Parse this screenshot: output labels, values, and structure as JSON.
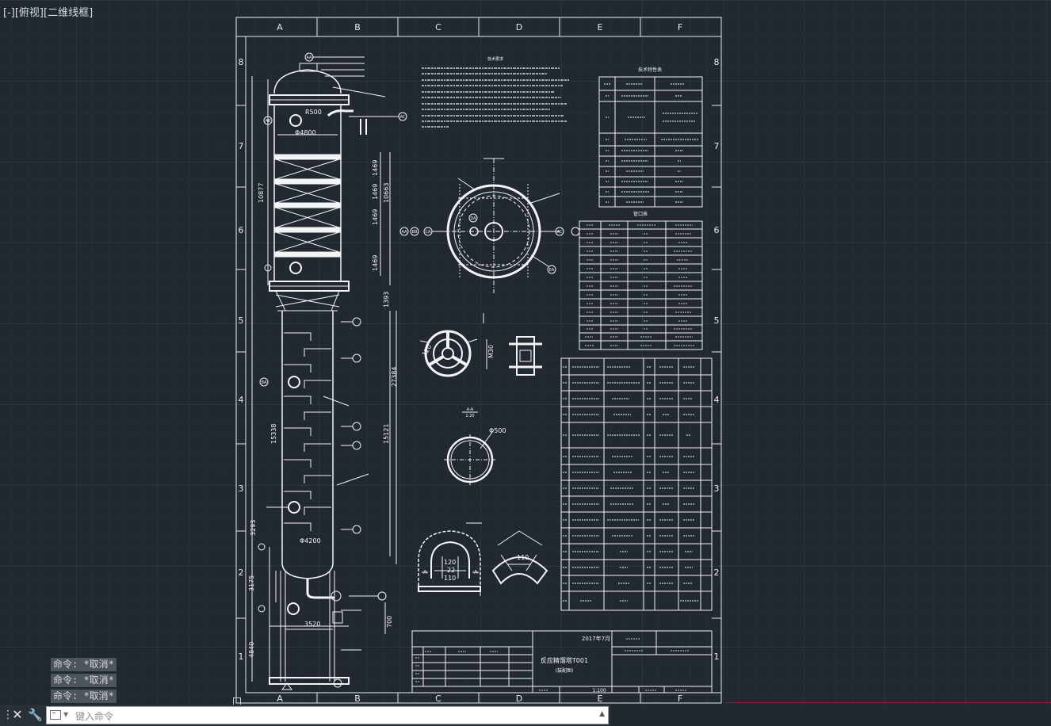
{
  "viewport": {
    "control": "[-]",
    "view": "[俯视]",
    "style": "[二维线框]"
  },
  "border": {
    "columns": [
      "A",
      "B",
      "C",
      "D",
      "E",
      "F"
    ],
    "rows": [
      "8",
      "7",
      "6",
      "5",
      "4",
      "3",
      "2",
      "1"
    ]
  },
  "drawing": {
    "notes_title": "技术要求",
    "tech_table_title": "技术特性表",
    "nozzle_table_title": "管口表",
    "section_labels": [
      "A-A",
      "1:20"
    ],
    "nozzle_tags_left": [
      "AA",
      "AB",
      "AC",
      "BA"
    ],
    "nozzle_tags_plan": [
      "AA",
      "BB",
      "CA",
      "AC",
      "DA",
      "EA"
    ],
    "dimensions": {
      "top_radius": "R500",
      "upper_diameter": "Φ4800",
      "lower_diameter": "Φ4200",
      "bed_heights": [
        "1469",
        "1469",
        "1469",
        "1469"
      ],
      "upper_section": "10877",
      "upper_total": "10663",
      "transition": "1393",
      "lower_section": "15338",
      "lower_total": "15121",
      "overall": "27384",
      "skirt_a": "3293",
      "skirt_b": "3175",
      "skirt_c": "4840",
      "skirt_d": "700",
      "skirt_width": "3520",
      "manhole": "Φ500",
      "detail_w": "110",
      "detail_h": "120",
      "detail_small": "22",
      "bolt": "M30"
    },
    "title_block": {
      "date": "2017年7月",
      "drawing_title": "反应精馏塔T001",
      "subtitle": "(装配图)",
      "scale": "1:100"
    }
  },
  "command": {
    "history": [
      "命令: *取消*",
      "命令: *取消*",
      "命令: *取消*"
    ],
    "placeholder": "键入命令"
  }
}
